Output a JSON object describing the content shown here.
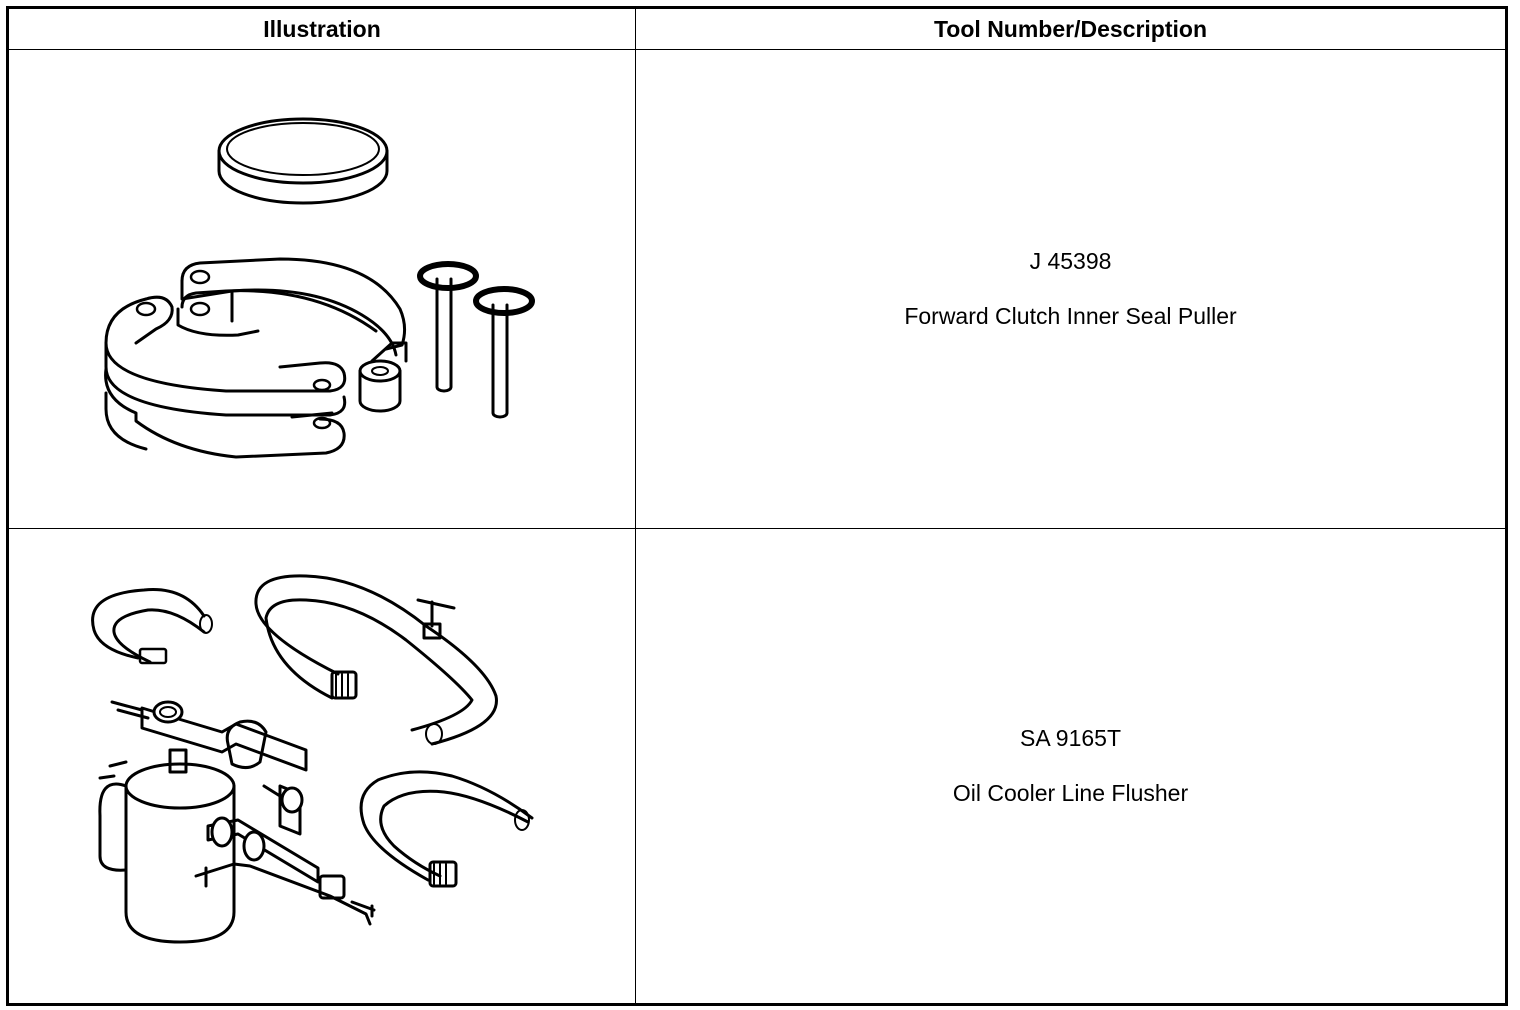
{
  "table": {
    "headers": {
      "illustration": "Illustration",
      "tool": "Tool Number/Description"
    },
    "rows": [
      {
        "number": "J 45398",
        "description": "Forward Clutch Inner Seal Puller",
        "illustration_icon": "seal-puller-drawing"
      },
      {
        "number": "SA 9165T",
        "description": "Oil Cooler Line Flusher",
        "illustration_icon": "line-flusher-drawing"
      }
    ]
  }
}
